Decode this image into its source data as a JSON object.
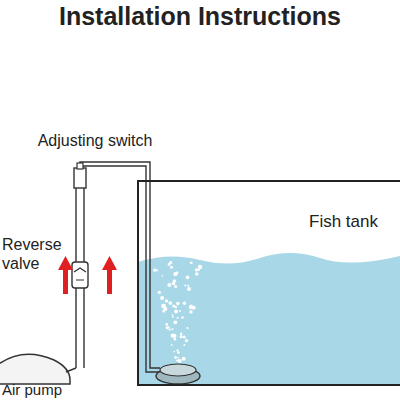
{
  "diagram": {
    "title": "Installation Instructions",
    "nodes": [
      {
        "text": [
          "Fish tank"
        ]
      }
    ],
    "labels": [
      "Adjusting switch",
      "Reverse valve",
      "Air pump"
    ]
  }
}
